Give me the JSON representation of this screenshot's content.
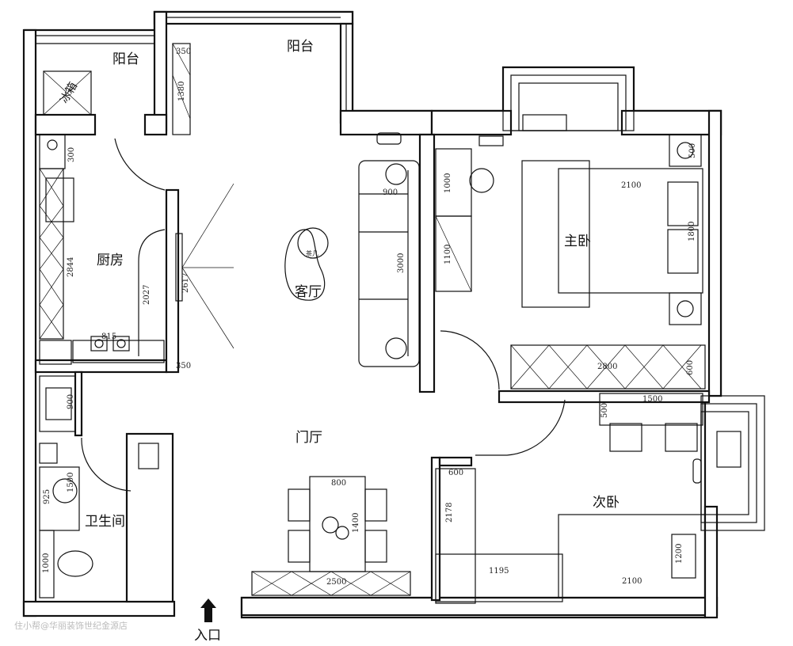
{
  "rooms": {
    "balcony_left": "阳台",
    "balcony_top": "阳台",
    "fridge": "冰箱",
    "kitchen": "厨房",
    "living_room": "客厅",
    "coffee_table": "茶几",
    "master_bedroom": "主卧",
    "foyer": "门厅",
    "bathroom": "卫生间",
    "second_bedroom": "次卧",
    "entrance": "入口"
  },
  "dimensions": {
    "balcony_cabinet_width": "350",
    "balcony_cabinet_length": "1380",
    "kitchen_small_cabinet": "300",
    "kitchen_counter": "2844",
    "kitchen_stove": "815",
    "kitchen_side": "2027",
    "tv_wall": "2617",
    "tv_wall_depth": "350",
    "sofa_depth": "900",
    "sofa_length": "3000",
    "desk": "1000",
    "cabinet": "1100",
    "master_bed_length": "2100",
    "master_bed_width": "1800",
    "nightstand": "500",
    "master_wardrobe": "2800",
    "master_wardrobe_depth": "600",
    "desk2_length": "1500",
    "desk2_depth": "500",
    "walkin_depth": "600",
    "walkin_length": "2178",
    "walkin_bottom": "1195",
    "second_bed_length": "2100",
    "second_bed_width": "1200",
    "bath_sink": "900",
    "bath_shower": "1500",
    "bath_shower2": "925",
    "bath_toilet": "1000",
    "dining_width": "800",
    "dining_length": "1400",
    "shoe_cabinet": "2500"
  },
  "watermark": "住小帮@华丽装饰世纪金源店"
}
